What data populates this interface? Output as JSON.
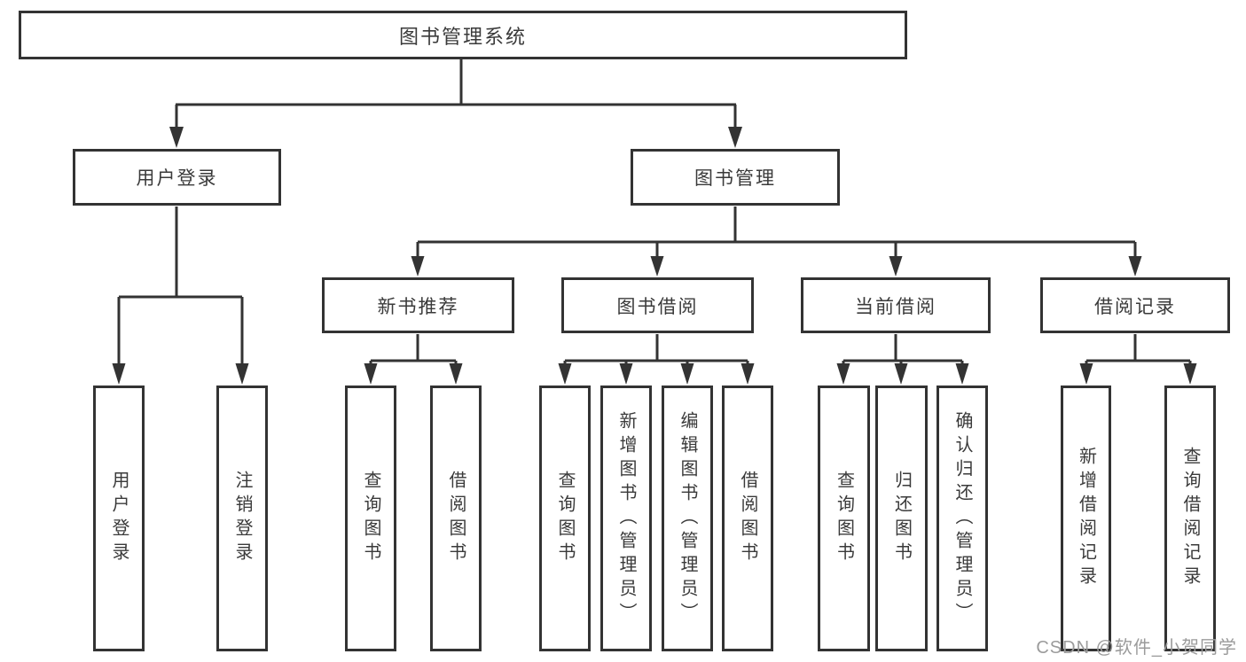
{
  "diagram": {
    "root": {
      "label": "图书管理系统"
    },
    "level2": [
      {
        "label": "用户登录"
      },
      {
        "label": "图书管理"
      }
    ],
    "level3": [
      {
        "label": "新书推荐"
      },
      {
        "label": "图书借阅"
      },
      {
        "label": "当前借阅"
      },
      {
        "label": "借阅记录"
      }
    ],
    "leaves": [
      {
        "label": "用户登录"
      },
      {
        "label": "注销登录"
      },
      {
        "label": "查询图书"
      },
      {
        "label": "借阅图书"
      },
      {
        "label": "查询图书"
      },
      {
        "label": "新增图书（管理员）"
      },
      {
        "label": "编辑图书（管理员）"
      },
      {
        "label": "借阅图书"
      },
      {
        "label": "查询图书"
      },
      {
        "label": "归还图书"
      },
      {
        "label": "确认归还（管理员）"
      },
      {
        "label": "新增借阅记录"
      },
      {
        "label": "查询借阅记录"
      }
    ]
  },
  "watermark": {
    "text": "CSDN @软件_小贺同学"
  },
  "colors": {
    "line": "#333333",
    "text": "#3a3a3a",
    "watermark": "#9b9b9b",
    "background": "#ffffff"
  }
}
